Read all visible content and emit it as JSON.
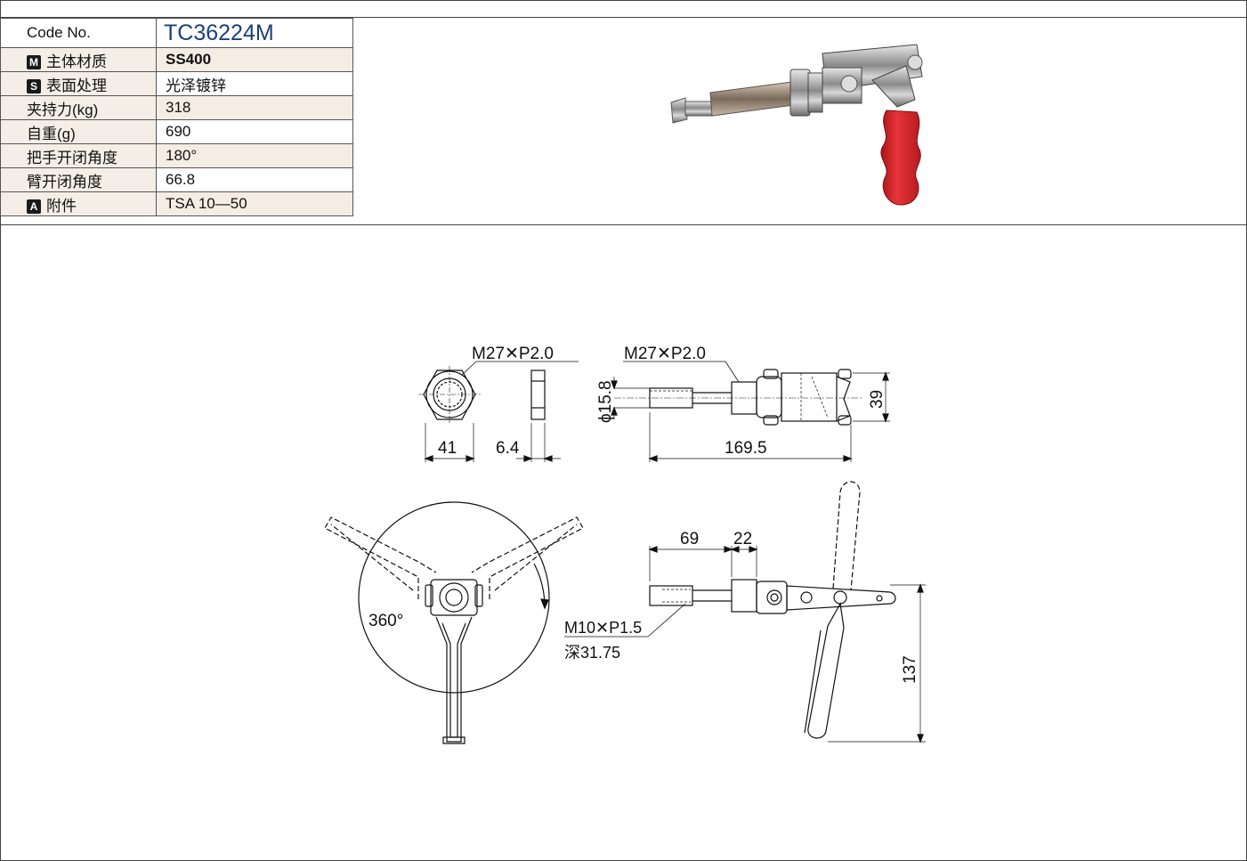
{
  "spec_table": {
    "rows": [
      {
        "key": "Code No.",
        "value": "TC36224M",
        "badge": ""
      },
      {
        "key": "主体材质",
        "value": "SS400",
        "badge": "M"
      },
      {
        "key": "表面处理",
        "value": "光泽镀锌",
        "badge": "S"
      },
      {
        "key": "夹持力(kg)",
        "value": "318",
        "badge": ""
      },
      {
        "key": "自重(g)",
        "value": "690",
        "badge": ""
      },
      {
        "key": "把手开闭角度",
        "value": "180°",
        "badge": ""
      },
      {
        "key": "臂开闭角度",
        "value": "66.8",
        "badge": ""
      },
      {
        "key": "附件",
        "value": "TSA 10—50",
        "badge": "A"
      }
    ]
  },
  "drawing": {
    "nut_thread": "M27✕P2.0",
    "nut_width": "41",
    "nut_thickness": "6.4",
    "side_thread": "M27✕P2.0",
    "shaft_diameter": "ϕ15.8",
    "height_39": "39",
    "length_169": "169.5",
    "rotation": "360°",
    "len_69": "69",
    "len_22": "22",
    "tip_thread": "M10✕P1.5",
    "tip_depth": "深31.75",
    "height_137": "137"
  },
  "colors": {
    "code_blue": "#1d3f7a",
    "handle_red": "#d8262c",
    "row_tint": "#f5ede3"
  }
}
